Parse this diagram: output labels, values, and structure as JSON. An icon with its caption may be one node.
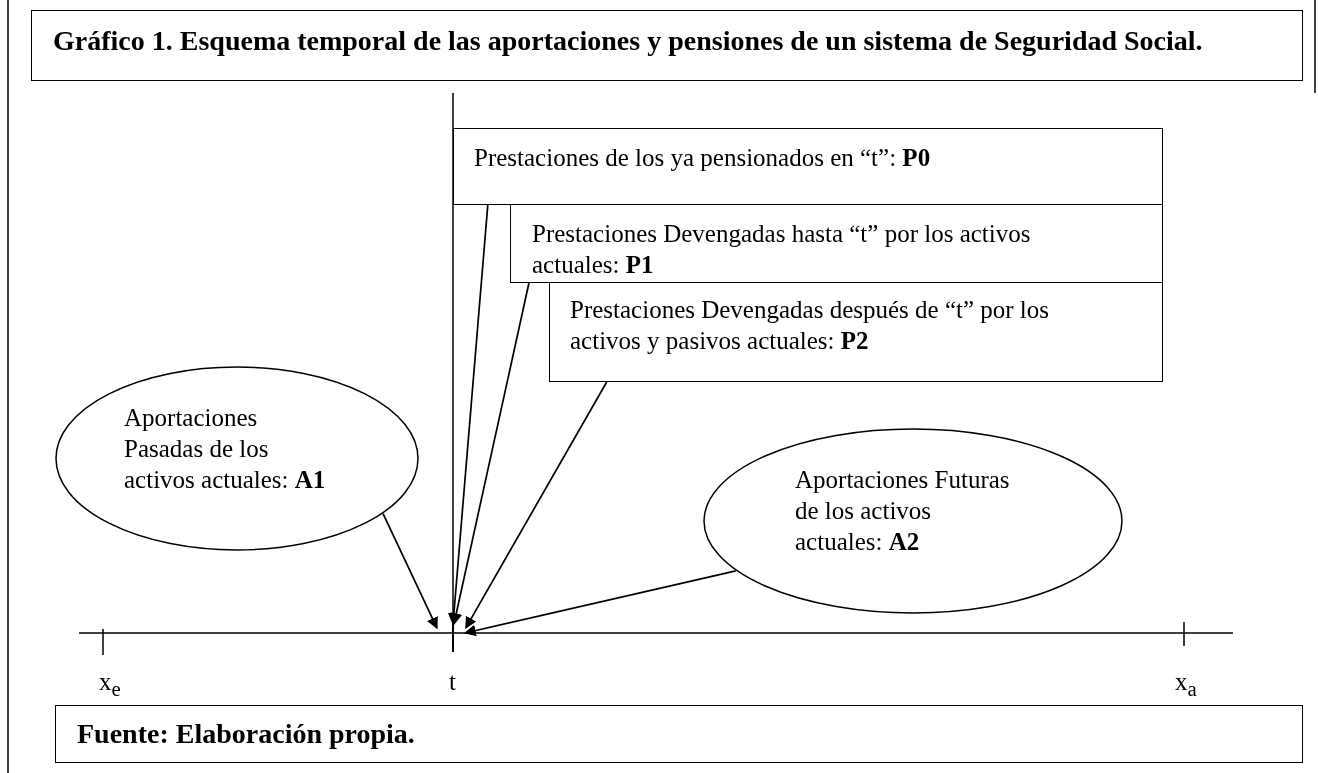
{
  "diagram": {
    "title": "Gráfico 1. Esquema temporal de las aportaciones y pensiones de un sistema de Seguridad Social.",
    "caption": "Fuente: Elaboración propia.",
    "nodes": [
      {
        "text": [
          "Prestaciones de los ya pensionados en “t”: **P0**"
        ]
      },
      {
        "text": [
          "Prestaciones Devengadas hasta “t” por los activos actuales: **P1**"
        ]
      },
      {
        "text": [
          "Prestaciones Devengadas después de “t” por los activos y pasivos actuales: **P2**"
        ]
      },
      {
        "text": [
          "Aportaciones Pasadas de los activos actuales: **A1**"
        ]
      },
      {
        "text": [
          "Aportaciones Futuras de los activos actuales: **A2**"
        ]
      },
      {
        "text": [],
        "shape": "bar"
      }
    ],
    "edges": [
      {
        "from": 0,
        "to": 5,
        "arrow": "to"
      },
      {
        "from": 1,
        "to": 5,
        "arrow": "to"
      },
      {
        "from": 2,
        "to": 5,
        "arrow": "to"
      },
      {
        "from": 3,
        "to": 5,
        "arrow": "to"
      },
      {
        "from": 4,
        "to": 5,
        "arrow": "to"
      }
    ],
    "labels": [
      "x$_{e}$",
      "t",
      "x$_{a}$"
    ]
  }
}
